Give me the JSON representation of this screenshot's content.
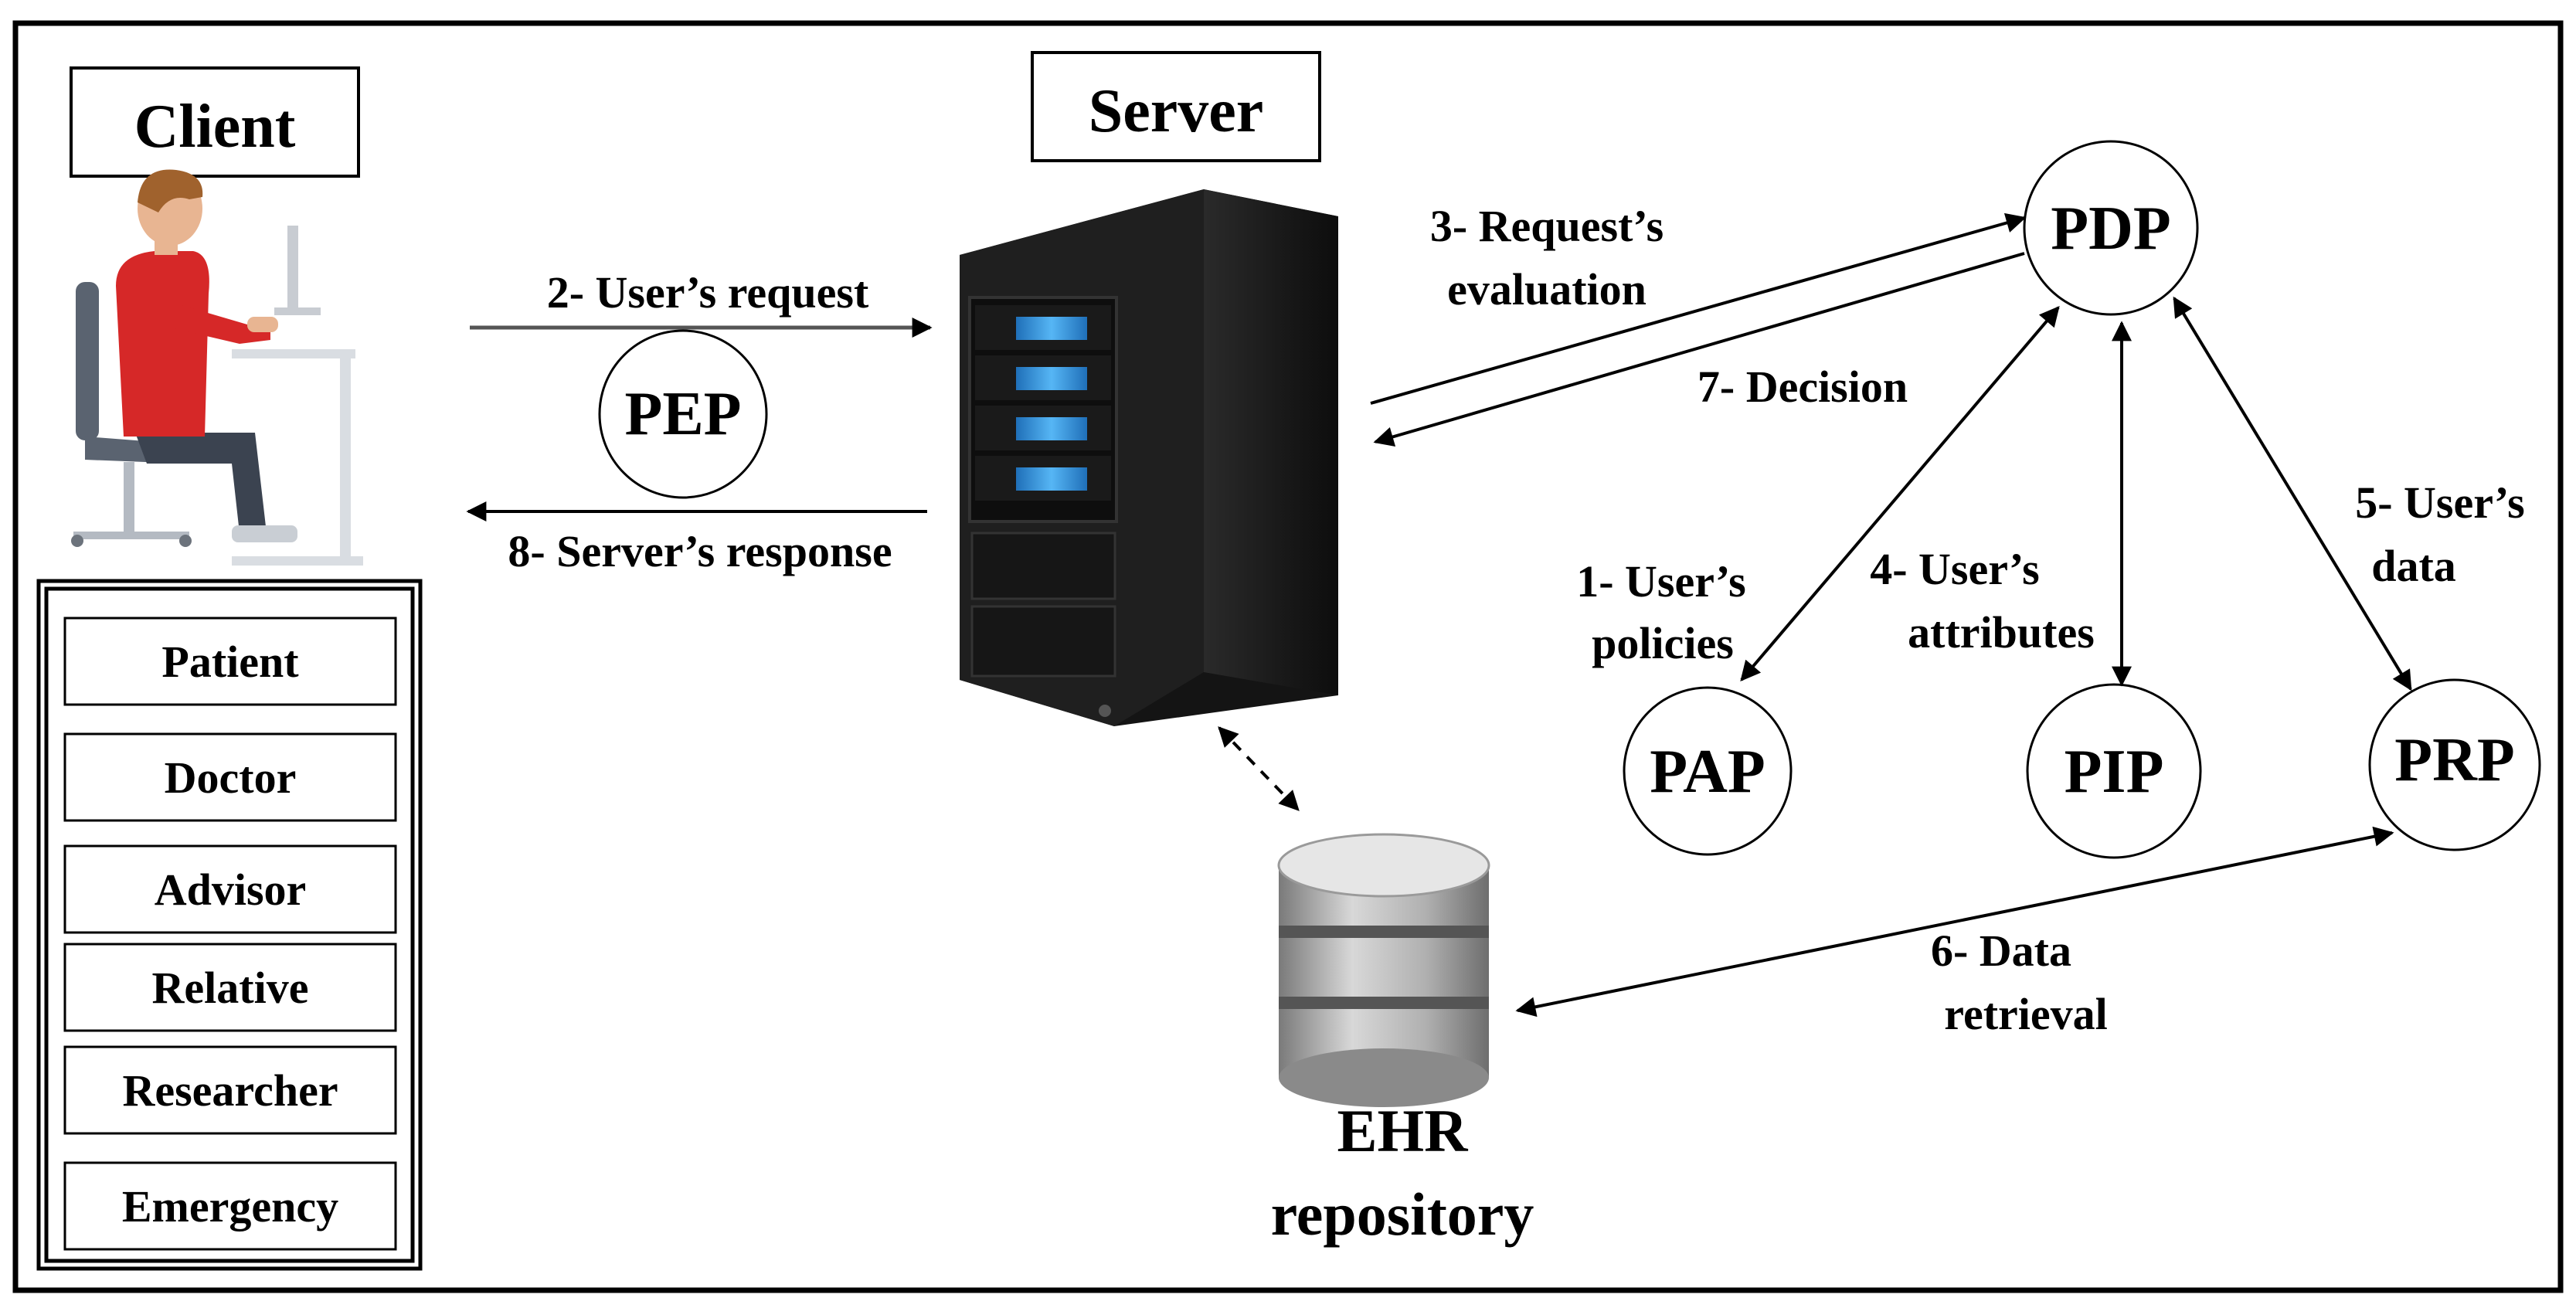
{
  "client": {
    "title": "Client",
    "roles": [
      "Patient",
      "Doctor",
      "Advisor",
      "Relative",
      "Researcher",
      "Emergency"
    ]
  },
  "server": {
    "title": "Server"
  },
  "nodes": {
    "pep": "PEP",
    "pdp": "PDP",
    "pap": "PAP",
    "pip": "PIP",
    "prp": "PRP"
  },
  "repository": {
    "line1": "EHR",
    "line2": "repository"
  },
  "steps": {
    "s1": [
      "1- User’s",
      "policies"
    ],
    "s2": "2- User’s request",
    "s3": [
      "3- Request’s",
      "evaluation"
    ],
    "s4": [
      "4- User’s",
      "attributes"
    ],
    "s5": [
      "5- User’s",
      "data"
    ],
    "s6": [
      "6- Data",
      "retrieval"
    ],
    "s7": "7- Decision",
    "s8": "8- Server’s response"
  },
  "colors": {
    "line": "#000000",
    "request_arrow": "#555555",
    "shirt": "#d62828",
    "server_body": "#1c1c1c",
    "drive_led": "#3aa0e8",
    "db": "#9e9e9e"
  }
}
